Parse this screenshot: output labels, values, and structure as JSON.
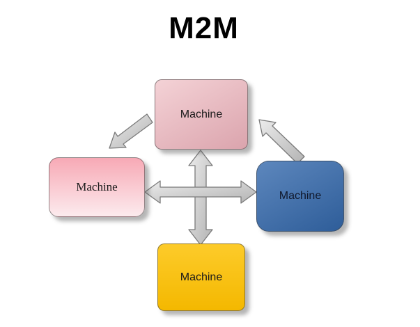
{
  "title": "M2M",
  "nodes": {
    "top": {
      "label": "Machine",
      "gradient_top": "#f4d2d6",
      "gradient_bottom": "#dba4ad",
      "text_color": "#1a1a1a"
    },
    "left": {
      "label": "Machine",
      "gradient_top": "#f7a9b5",
      "gradient_bottom": "#fcebee",
      "text_color": "#1a1a1a"
    },
    "right": {
      "label": "Machine",
      "gradient_top": "#5d87bd",
      "gradient_bottom": "#2e5d99",
      "text_color": "#10182b"
    },
    "bottom": {
      "label": "Machine",
      "gradient_top": "#fdcb2a",
      "gradient_bottom": "#f4b800",
      "text_color": "#1a1a1a"
    }
  },
  "arrows": {
    "fill_light": "#ececec",
    "fill_dark": "#b3b3b3",
    "stroke": "#7a7a7a",
    "items": [
      {
        "name": "arrow-top-to-left",
        "heads": 1
      },
      {
        "name": "arrow-right-to-top",
        "heads": 1
      },
      {
        "name": "arrow-vertical-bidirectional",
        "heads": 2
      },
      {
        "name": "arrow-horizontal-bidirectional",
        "heads": 2
      }
    ]
  }
}
